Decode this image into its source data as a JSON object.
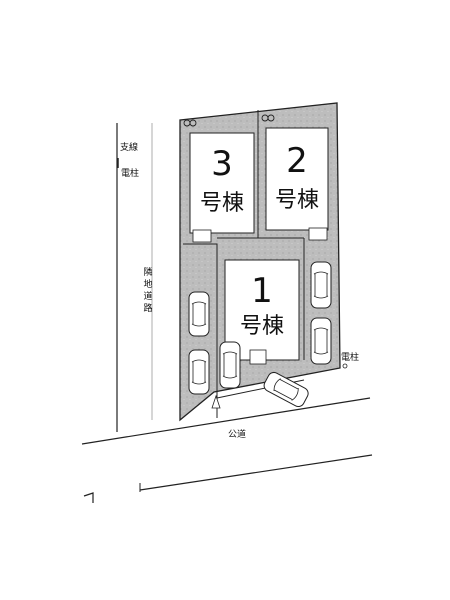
{
  "labels": {
    "branch_line": "支線",
    "utility_pole": "電柱",
    "utility_pole_2": "電柱",
    "adjacent_road": "隣地道路",
    "public_road": "公道"
  },
  "buildings": [
    {
      "number": "3",
      "label": "号棟"
    },
    {
      "number": "2",
      "label": "号棟"
    },
    {
      "number": "1",
      "label": "号棟"
    }
  ],
  "colors": {
    "lot_fill": "#bdbdbd",
    "building_fill": "#ffffff",
    "line": "#222222"
  }
}
